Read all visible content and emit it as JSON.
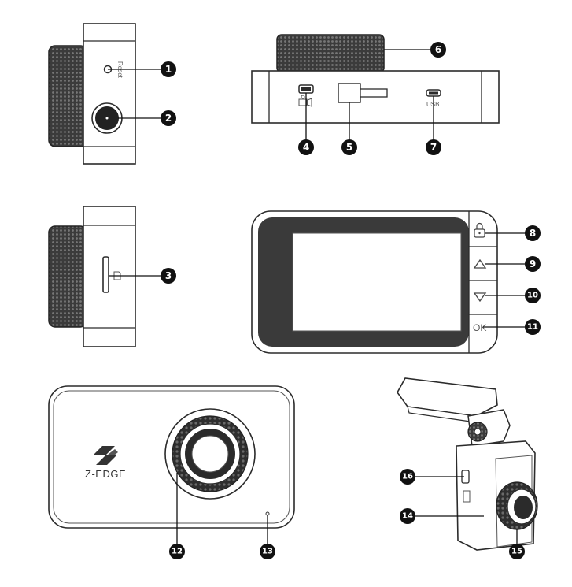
{
  "colors": {
    "line": "#2b2b2b",
    "screen": "#3a3a3a",
    "badge": "#111111",
    "paper": "#ffffff"
  },
  "labels": {
    "reset": "Reset",
    "usb": "USB",
    "ok": "OK",
    "brand": "Z-EDGE"
  },
  "callouts": [
    {
      "id": "1",
      "part": "reset-hole"
    },
    {
      "id": "2",
      "part": "power-button"
    },
    {
      "id": "3",
      "part": "sd-card-slot"
    },
    {
      "id": "4",
      "part": "mini-usb-port"
    },
    {
      "id": "5",
      "part": "mount-slot"
    },
    {
      "id": "6",
      "part": "lens-ring"
    },
    {
      "id": "7",
      "part": "micro-usb-port"
    },
    {
      "id": "8",
      "part": "lock-button"
    },
    {
      "id": "9",
      "part": "up-button"
    },
    {
      "id": "10",
      "part": "down-button"
    },
    {
      "id": "11",
      "part": "ok-button"
    },
    {
      "id": "12",
      "part": "front-lens"
    },
    {
      "id": "13",
      "part": "microphone"
    },
    {
      "id": "14",
      "part": "rear-camera-body"
    },
    {
      "id": "15",
      "part": "rear-lens"
    },
    {
      "id": "16",
      "part": "rear-camera-port"
    }
  ],
  "icons": {
    "sd": "sd-card-icon",
    "camera": "camera-icon",
    "lock": "lock-icon",
    "up": "triangle-up-icon",
    "down": "triangle-down-icon"
  }
}
